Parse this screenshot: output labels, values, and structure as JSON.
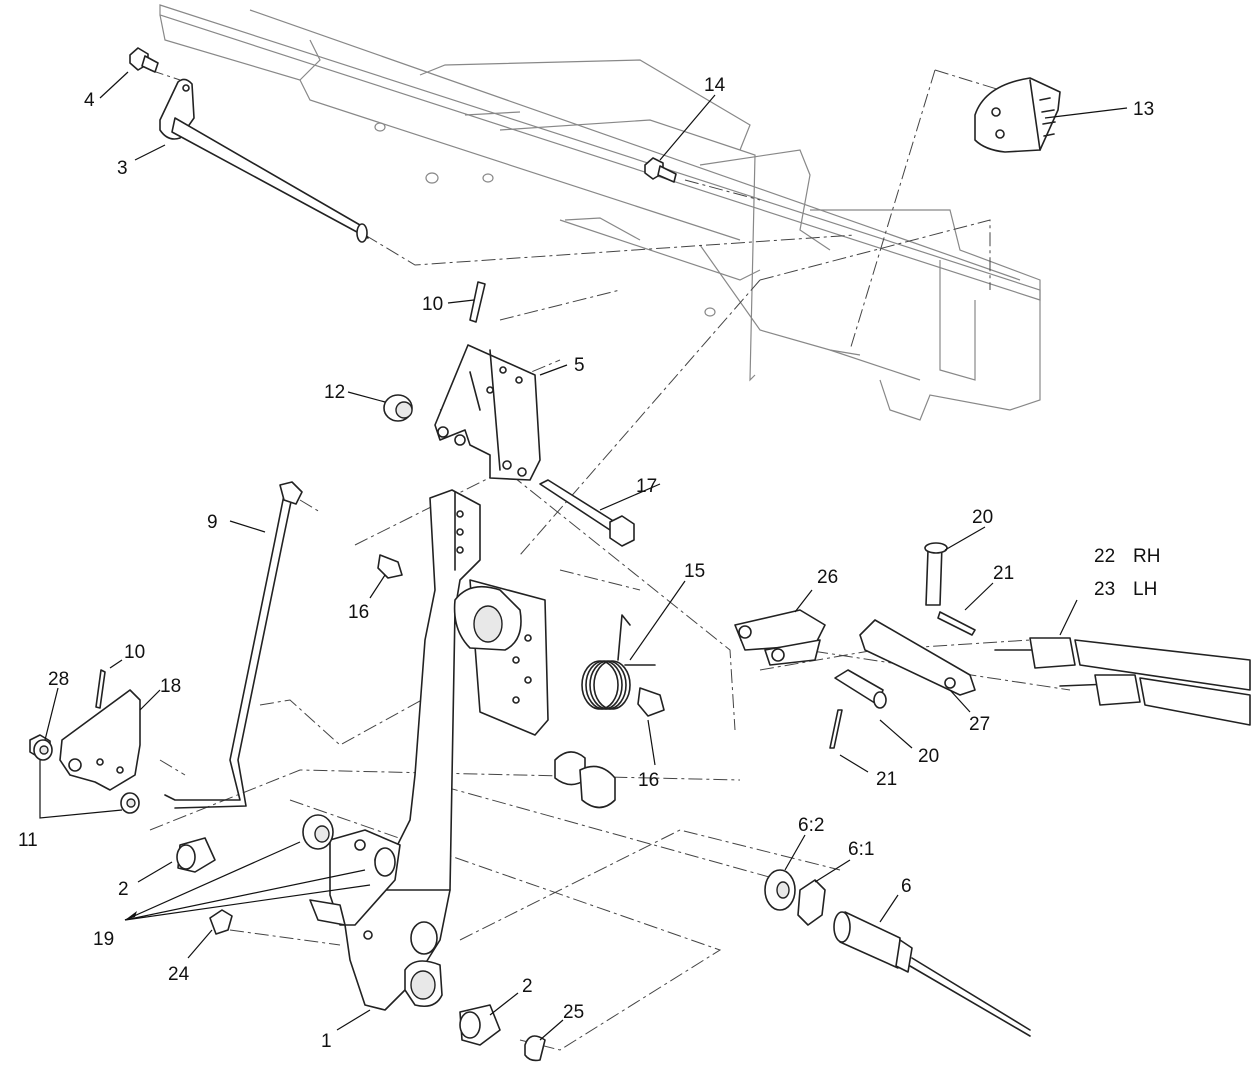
{
  "diagram": {
    "callouts": {
      "c1": "1",
      "c2a": "2",
      "c2b": "2",
      "c3": "3",
      "c4": "4",
      "c5": "5",
      "c6": "6",
      "c6_1": "6:1",
      "c6_2": "6:2",
      "c9": "9",
      "c10a": "10",
      "c10b": "10",
      "c11": "11",
      "c12": "12",
      "c13": "13",
      "c14": "14",
      "c15": "15",
      "c16a": "16",
      "c16b": "16",
      "c17": "17",
      "c18": "18",
      "c19": "19",
      "c20a": "20",
      "c20b": "20",
      "c21a": "21",
      "c21b": "21",
      "c22": "22",
      "c22_side": "RH",
      "c23": "23",
      "c23_side": "LH",
      "c24": "24",
      "c25": "25",
      "c26": "26",
      "c27": "27",
      "c28": "28"
    }
  }
}
